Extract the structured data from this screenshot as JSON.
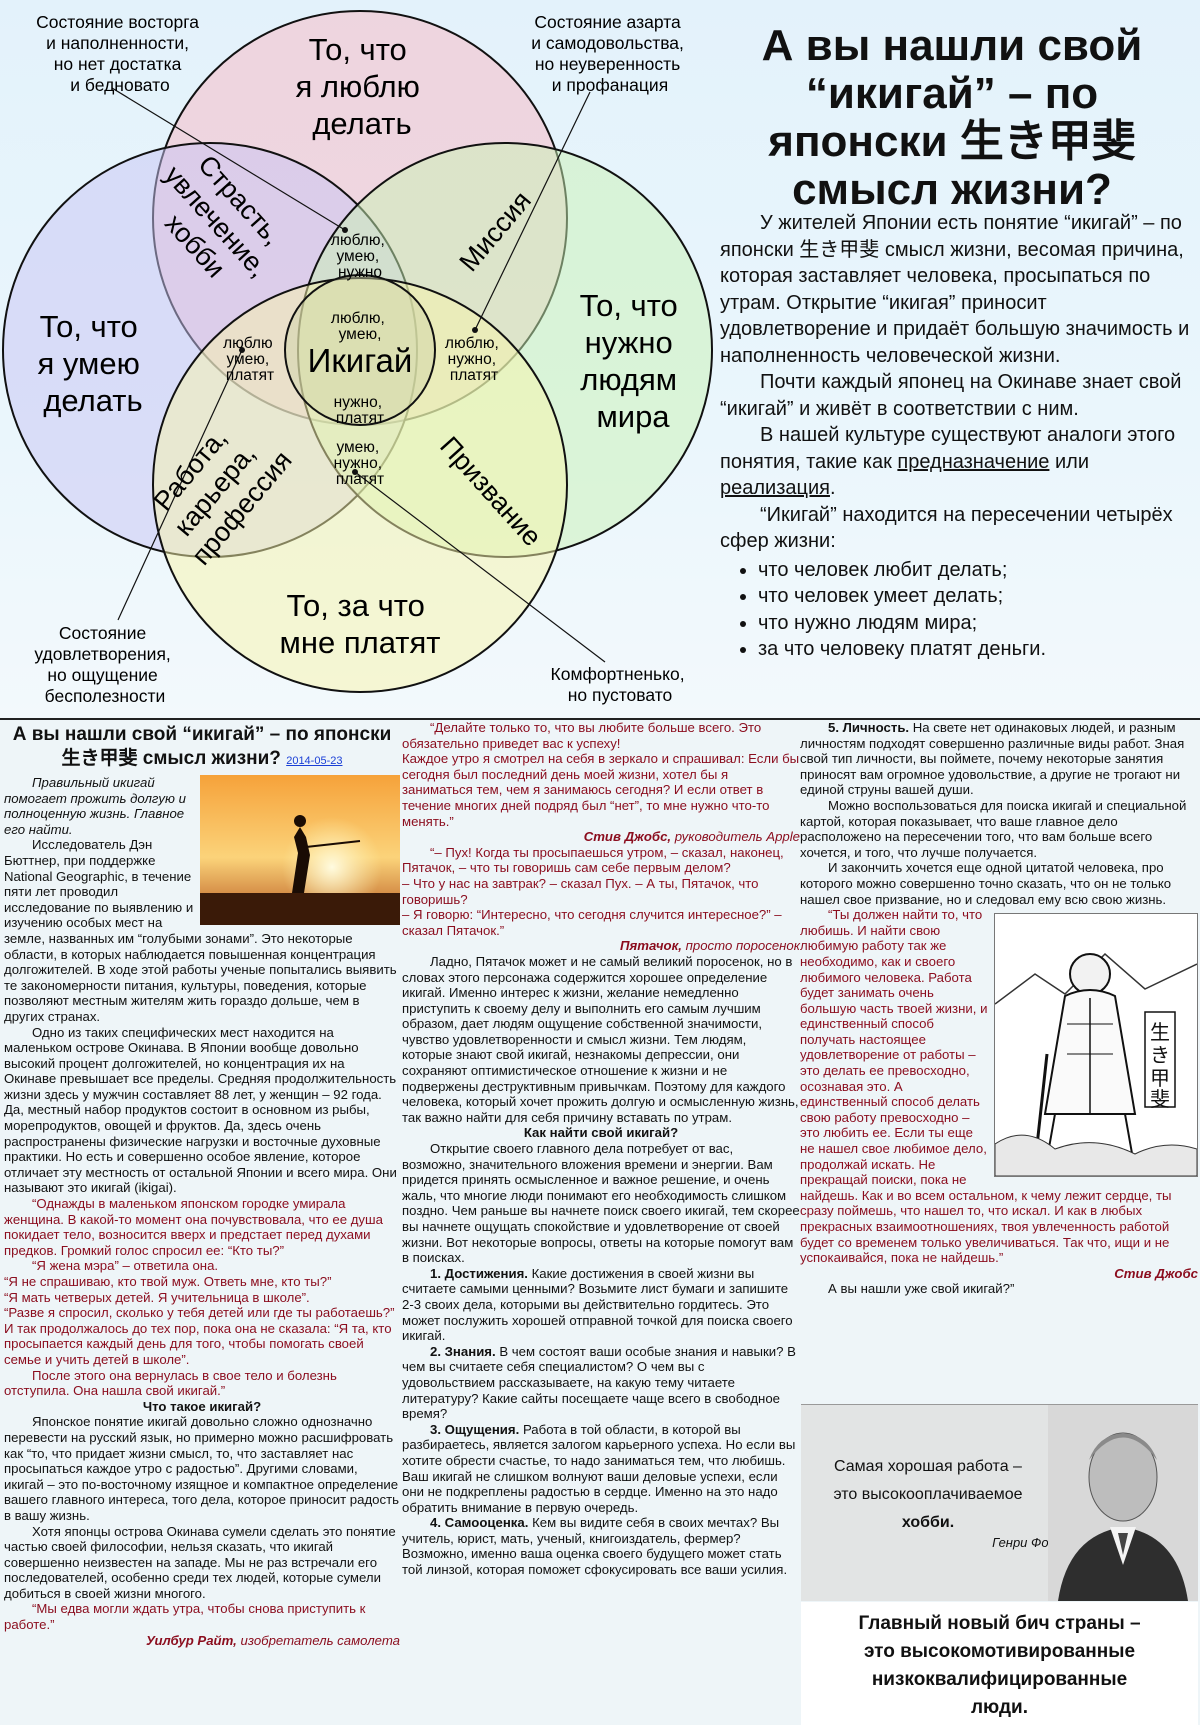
{
  "venn": {
    "circles": {
      "love": "То, что я люблю делать",
      "good": "То, что я умею делать",
      "need": "То, что нужно людям мира",
      "paid": "То, за что мне платят"
    },
    "overlaps": {
      "passion": "Страсть, увлечение, хобби",
      "mission": "Миссия",
      "profession": "Работа, карьера, профессия",
      "vocation": "Призвание",
      "center": "Икигай",
      "triple_top": "люблю, умею, нужно",
      "center_top": "люблю, умею,",
      "center_bottom": "нужно, платят",
      "triple_left": "люблю умею, платят",
      "triple_right": "люблю, нужно, платят",
      "triple_bottom": "умею, нужно, платят"
    },
    "states": {
      "top_left": "Состояние восторга и наполненности, но нет достатка и бедновато",
      "top_right": "Состояние азарта и самодовольства, но неуверенность и профанация",
      "bottom_left": "Состояние удовлетворения, но ощущение бесполезности",
      "bottom_right": "Комфортненько, но пустовато"
    },
    "colors": {
      "love": "#f7b7c4",
      "good": "#c7c3f4",
      "need": "#c9f2b4",
      "paid": "#f7f3a9"
    }
  },
  "header": {
    "title": "А вы нашли свой “икигай” – по японски 生き甲斐 смысл жизни?",
    "p1": "У жителей Японии есть понятие “икигай” – по японски 生き甲斐 смысл жизни, весомая причина, которая заставляет человека, просыпаться по утрам. Открытие “икигая” приносит удовлетворение и придаёт большую значимость и наполненность человеческой жизни.",
    "p2": "Почти каждый японец на Окинаве знает свой “икигай” и живёт в соответствии с ним.",
    "p3_a": "В нашей культуре существуют аналоги этого понятия, такие как",
    "p3_link1": "предназначение",
    "p3_b": "или",
    "p3_link2": "реализация",
    "p3_c": ".",
    "p4": "“Икигай” находится на пересечении четырёх сфер жизни:",
    "bullets": [
      "что человек любит делать;",
      "что человек умеет делать;",
      "что нужно людям мира;",
      "за что человеку платят деньги."
    ]
  },
  "article": {
    "title": "А вы нашли свой “икигай” – по японски 生き甲斐 смысл жизни?",
    "date": "2014-05-23",
    "c1": [
      "Правильный икигай помогает прожить долгую и полноценную жизнь. Главное его найти.",
      "Исследователь Дэн Бюттнер, при поддержке National Geographic, в течение пяти лет проводил исследование по выявлению и изучению особых мест на земле, названных им “голубыми зонами”. Это некоторые области, в которых наблюдается повышенная концентрация долгожителей. В ходе этой работы ученые попытались выявить те закономерности питания, культуры, поведения, которые позволяют местным жителям жить гораздо дольше, чем в других странах.",
      "Одно из таких специфических мест находится на маленьком острове Окинава. В Японии вообще довольно высокий процент долгожителей, но концентрация их на Окинаве превышает все пределы. Средняя продолжительность жизни здесь у мужчин составляет 88 лет, у женщин – 92 года. Да, местный набор продуктов состоит в основном из рыбы, морепродуктов, овощей и фруктов. Да, здесь очень распространены физические нагрузки и восточные духовные практики. Но есть и совершенно особое явление, которое отличает эту местность от остальной Японии и всего мира. Они называют это икигай (ikigai).",
      "“Однажды в маленьком японском городке умирала женщина. В какой-то момент она почувствовала, что ее душа покидает тело, возносится вверх и предстает перед духами предков. Громкий голос спросил ее: “Кто ты?”",
      "“Я жена мэра” – ответила она.",
      "“Я не спрашиваю, кто твой муж. Ответь мне, кто ты?”",
      "“Я мать четверых детей. Я учительница в школе”.",
      "“Разве я спросил, сколько у тебя детей или где ты работаешь?”",
      "И так продолжалось до тех пор, пока она не сказала: “Я та, кто просыпается каждый день для того, чтобы помогать своей семье и учить детей в школе”.",
      "После этого она вернулась в свое тело и болезнь отступила. Она нашла свой икигай.”",
      "Что такое икигай?",
      "Японское понятие икигай довольно сложно однозначно перевести на русский язык, но примерно можно расшифровать как “то, что придает жизни смысл, то, что заставляет нас просыпаться каждое утро с радостью”. Другими словами, икигай – это по-восточному изящное и компактное определение вашего главного интереса, того дела, которое приносит радость в вашу жизнь.",
      "Хотя японцы острова Окинава сумели сделать это понятие частью своей философии, нельзя сказать, что икигай совершенно неизвестен на западе. Мы не раз встречали его последователей, особенно среди тех людей, которые сумели добиться в своей жизни многого.",
      "“Мы едва могли ждать утра, чтобы снова приступить к работе.”",
      "Уилбур Райт,",
      "изобретатель самолета"
    ],
    "c2": [
      "“Делайте только то, что вы любите больше всего. Это обязательно приведет вас к успеху!",
      "Каждое утро я смотрел на себя в зеркало и спрашивал: Если бы сегодня был последний день моей жизни, хотел бы я заниматься тем, чем я занимаюсь сегодня? И если ответ в течение многих дней подряд был “нет”, то мне нужно что-то менять.”",
      "Стив Джобс,",
      "руководитель Apple",
      "“– Пух! Когда ты просыпаешься утром, – сказал, наконец, Пятачок, – что ты говоришь сам себе первым делом?",
      "– Что у нас на завтрак? – сказал Пух. – А ты, Пятачок, что говоришь?",
      "– Я говорю: “Интересно, что сегодня случится интересное?” – сказал Пятачок.”",
      "Пятачок,",
      "просто поросенок",
      "Ладно, Пятачок может и не самый великий поросенок, но в словах этого персонажа содержится хорошее определение икигай. Именно интерес к жизни, желание немедленно приступить к своему делу и выполнить его самым лучшим образом, дает людям ощущение собственной значимости, чувство удовлетворенности и смысл жизни. Тем людям, которые знают свой икигай, незнакомы депрессии, они сохраняют оптимистическое отношение к жизни и не подвержены деструктивным привычкам. Поэтому для каждого человека, который хочет прожить долгую и осмысленную жизнь, так важно найти для себя причину вставать по утрам.",
      "Как найти свой икигай?",
      "Открытие своего главного дела потребует от вас, возможно, значительного вложения времени и энергии. Вам придется принять осмысленное и важное решение, и очень жаль, что многие люди понимают его необходимость слишком поздно. Чем раньше вы начнете поиск своего икигай, тем скорее вы начнете ощущать спокойствие и удовлетворение от своей жизни. Вот некоторые вопросы, ответы на которые помогут вам в поисках.",
      "1. Достижения.",
      "Какие достижения в своей жизни вы считаете самыми ценными? Возьмите лист бумаги и запишите 2-3 своих дела, которыми вы действительно гордитесь. Это может послужить хорошей отправной точкой для поиска своего икигай.",
      "2. Знания.",
      "В чем состоят ваши особые знания и навыки? В чем вы считаете себя специалистом? О чем вы с удовольствием рассказываете, на какую тему читаете литературу? Какие сайты посещаете чаще всего в свободное время?",
      "3. Ощущения.",
      "Работа в той области, в которой вы разбираетесь, является залогом карьерного успеха. Но если вы хотите обрести счастье, то надо заниматься тем, что любишь. Ваш икигай не слишком волнуют ваши деловые успехи, если они не подкреплены радостью в сердце. Именно на это надо обратить внимание в первую очередь.",
      "4. Самооценка.",
      "Кем вы видите себя в своих мечтах? Вы учитель, юрист, мать, ученый, книгоиздатель, фермер? Возможно, именно ваша оценка своего будущего может стать той линзой, которая поможет сфокусировать все ваши усилия."
    ],
    "c3": [
      "5. Личность.",
      "На свете нет одинаковых людей, и разным личностям подходят совершенно различные виды работ. Зная свой тип личности, вы поймете, почему некоторые занятия приносят вам огромное удовольствие, а другие не трогают ни единой струны вашей души.",
      "Можно воспользоваться для поиска икигай и специальной картой, которая показывает, что ваше главное дело расположено на пересечении того, что вам больше всего хочется, и того, что лучше получается.",
      "И закончить хочется еще одной цитатой человека, про которого можно совершенно точно сказать, что он не только нашел свое призвание, но и следовал ему всю свою жизнь.",
      "“Ты должен найти то, что любишь. И найти свою любимую работу так же необходимо, как и своего любимого человека. Работа будет занимать очень большую часть твоей жизни, и единственный способ получать настоящее удовлетворение от работы – это делать ее превосходно, осознавая это. А единственный способ делать свою работу превосходно – это любить ее. Если ты еще не нашел свое любимое дело, продолжай искать. Не прекращай поиски, пока не найдешь. Как и во всем остальном, к чему лежит сердце, ты сразу поймешь, что нашел то, что искал. И как в любых прекрасных взаимоотношениях, твоя увлеченность работой будет со временем только увеличиваться. Так что, ищи и не успокаивайся, пока не найдешь.”",
      "Стив Джобс",
      "А вы нашли уже свой икигай?”"
    ],
    "scroll_kanji": "生き甲斐"
  },
  "quote": {
    "line1": "Самая хорошая работа –",
    "line2": "это высокооплачиваемое",
    "line3": "хобби.",
    "author": "Генри Форд"
  },
  "slogan": {
    "line1": "Главный новый бич страны –",
    "line2": "это высокомотивированные",
    "line3": "низкоквалифицированные",
    "line4": "люди."
  }
}
